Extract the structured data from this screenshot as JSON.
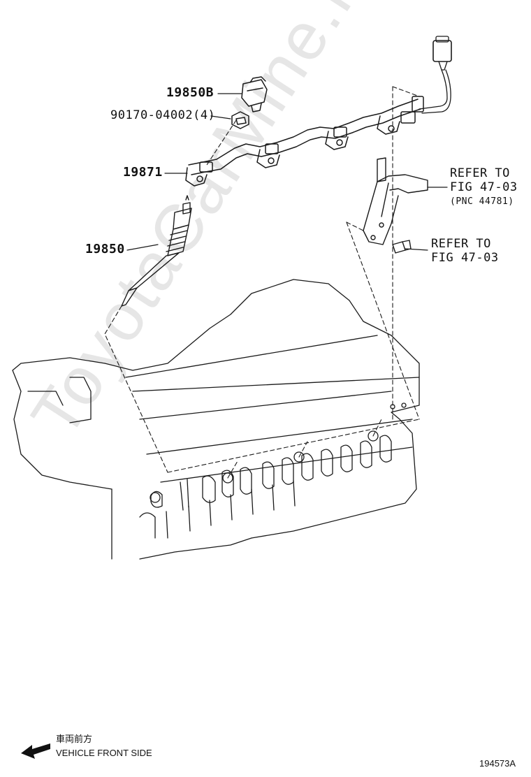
{
  "parts": {
    "p19850b": "19850B",
    "p90170": "90170-04002(4)",
    "p19871": "19871",
    "p19850": "19850"
  },
  "refs": {
    "ref1_line1": "REFER TO",
    "ref1_line2": "FIG 47-03",
    "ref1_line3": "(PNC 44781)",
    "ref2_line1": "REFER TO",
    "ref2_line2": "FIG 47-03"
  },
  "footer": {
    "front_jp": "車両前方",
    "front_en": "VEHICLE FRONT SIDE",
    "figure_id": "194573A"
  },
  "watermark": "ToyotaCarMine.ru",
  "icons": {
    "front": "arrow-left-icon"
  },
  "colors": {
    "line": "#1a1a1a",
    "watermark": "#e6e6e6"
  }
}
